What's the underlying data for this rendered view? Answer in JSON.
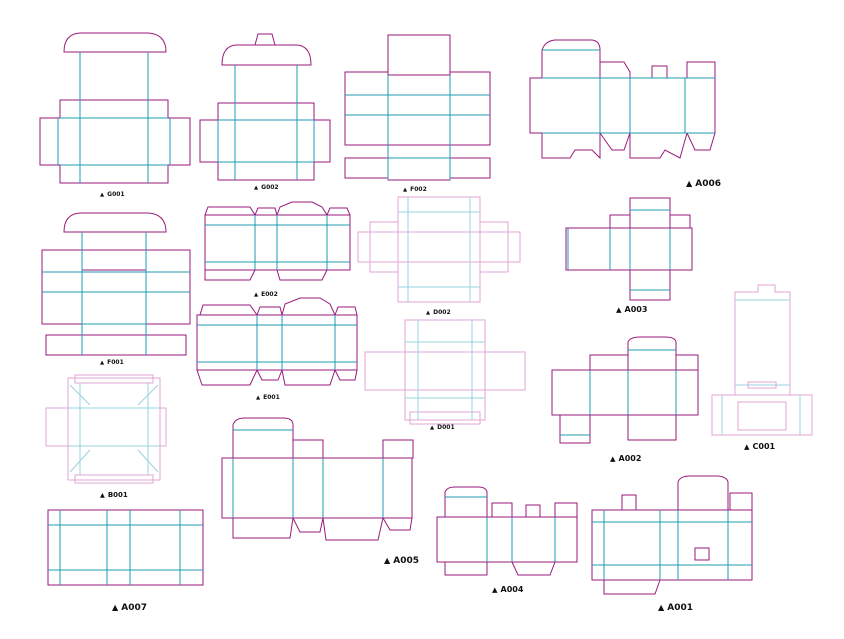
{
  "colors": {
    "cut_line": "#9b1a7c",
    "fold_line": "#1f9bb2",
    "cut_line_light": "#e2a6d4",
    "fold_line_light": "#98d3e2"
  },
  "marker_icon": "triangle-up-icon",
  "dielines": [
    {
      "id": "G001",
      "label": "G001"
    },
    {
      "id": "G002",
      "label": "G002"
    },
    {
      "id": "F002",
      "label": "F002"
    },
    {
      "id": "A006",
      "label": "A006"
    },
    {
      "id": "F001",
      "label": "F001"
    },
    {
      "id": "E002",
      "label": "E002"
    },
    {
      "id": "D002",
      "label": "D002"
    },
    {
      "id": "A003",
      "label": "A003"
    },
    {
      "id": "E001",
      "label": "E001"
    },
    {
      "id": "D001",
      "label": "D001"
    },
    {
      "id": "B001",
      "label": "B001"
    },
    {
      "id": "A002",
      "label": "A002"
    },
    {
      "id": "C001",
      "label": "C001"
    },
    {
      "id": "A005",
      "label": "A005"
    },
    {
      "id": "A007",
      "label": "A007"
    },
    {
      "id": "A004",
      "label": "A004"
    },
    {
      "id": "A001",
      "label": "A001"
    }
  ]
}
